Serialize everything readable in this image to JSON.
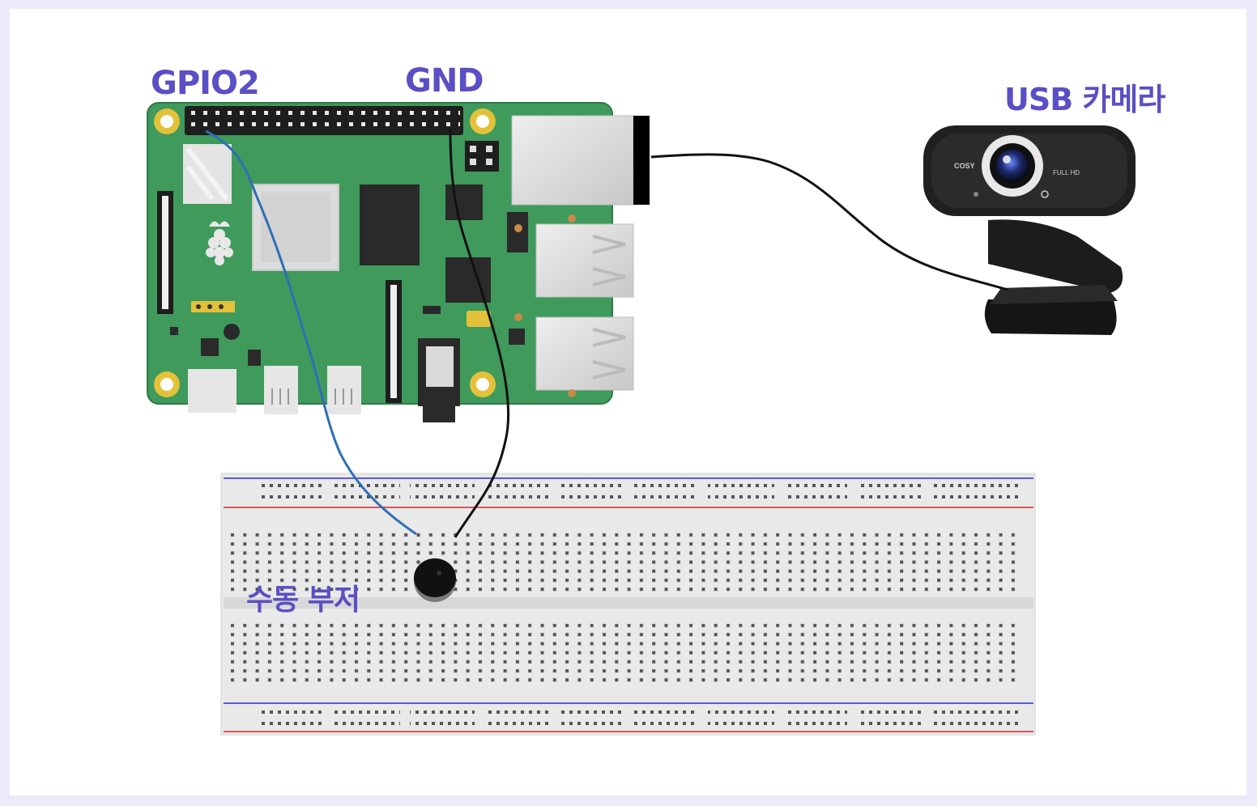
{
  "labels": {
    "gpio": "GPIO2",
    "gnd": "GND",
    "usb_camera": "USB 카메라",
    "buzzer": "수동 부저"
  },
  "camera": {
    "brand": "COSY",
    "badge": "FULL HD"
  },
  "colors": {
    "label": "#5a4fc4",
    "board": "#3f9a5c",
    "gpio_wire": "#2f6fb4",
    "gnd_wire": "#111111",
    "breadboard": "#e9e9e9",
    "rail_red": "#d85a5a",
    "rail_blue": "#5a5ad8"
  },
  "icons": [
    "raspberry-pi-logo-icon",
    "webcam-icon",
    "buzzer-icon"
  ]
}
